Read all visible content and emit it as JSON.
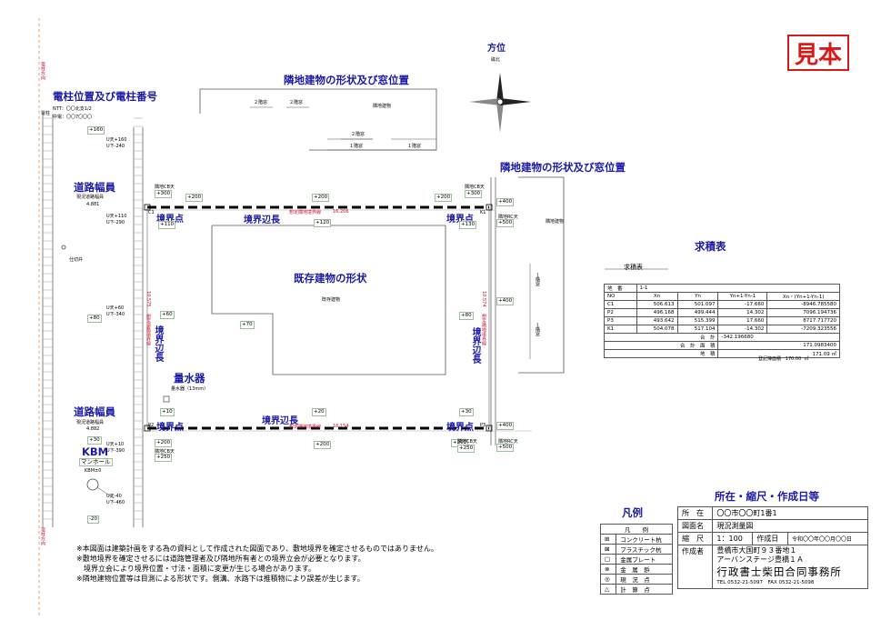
{
  "stamp": "見本",
  "compass": {
    "title": "方位",
    "north": "磁北"
  },
  "headings": {
    "neighbor_top": "隣地建物の形状及び窓位置",
    "neighbor_right": "隣地建物の形状及び窓位置",
    "pole": "電柱位置及び電柱番号",
    "road_top": "道路幅員",
    "road_bottom": "道路幅員",
    "existing": "既存建物の形状",
    "meter": "量水器",
    "area_title": "求積表",
    "location_title": "所在・縮尺・作成日等",
    "legend_title": "凡例",
    "kbm": "KBM"
  },
  "pole_info": {
    "label": "電柱",
    "ntt": "NTT：〇〇北支1/2",
    "chuden": "中電：〇〇7〇〇〇"
  },
  "road_top_sub": {
    "label": "現況道路幅員",
    "value": "4.881"
  },
  "road_bottom_sub": {
    "label": "現況道路幅員",
    "value": "4.882"
  },
  "manhole": {
    "label": "マンホール",
    "value": "KBM±0"
  },
  "misc": {
    "well": "仕切弁",
    "meter_sub": "量水器（13mm）",
    "existing_sub": "既存建物",
    "neighbor_bldg": "隣地建物",
    "neighbor_bldg_right": "隣地建物",
    "pole_dir_top": "電柱方向",
    "pole_dir_bottom": "電柱方向"
  },
  "windows_top": [
    "２階窓",
    "２階窓",
    "２階窓",
    "１階窓",
    "１階窓"
  ],
  "windows_right": [
    "１階窓",
    "１階窓"
  ],
  "points": {
    "c1": "C1",
    "k1": "K1",
    "p2": "P2",
    "p3": "P3",
    "label": "境界点"
  },
  "edges": {
    "label": "境界辺長",
    "top": "16.206",
    "bottom": "16.154",
    "left": "10.575",
    "right": "10.574",
    "top_prefix": "想定隣地境界線",
    "bottom_prefix": "想定隣地境界線",
    "left_prefix": "想定道路境界線",
    "right_prefix": "想定隣地境界線"
  },
  "tags": {
    "t160": "+160",
    "u160": "U天+160",
    "u240": "U下-240",
    "c300a": "隣地CB天",
    "p300a": "+300",
    "p200a": "+200",
    "p200b": "+200",
    "p200c": "+200",
    "c300b": "隣地CB天",
    "p300b": "+300",
    "u110": "U天+110",
    "u290": "U下-290",
    "p110": "+110",
    "p120": "+120",
    "p130": "+130",
    "p400a": "+400",
    "rc500a": "隣地RC天",
    "p500a": "+500",
    "p400b": "+400",
    "u60": "U天+60",
    "u340": "U下-340",
    "p80a": "+80",
    "p60": "+60",
    "p70": "+70",
    "p80b": "+80",
    "p10": "+10",
    "p20": "+20",
    "p30": "+30",
    "p400c": "+400",
    "rc500b": "隣地RC天",
    "p500b": "+500",
    "p30b": "+30",
    "u10": "U天+10",
    "u390": "U下-390",
    "p200d": "+200",
    "cb250a": "隣地CB天",
    "p250a": "+250",
    "p200e": "+200",
    "p200f": "+200",
    "cb250b": "隣地CB天",
    "p250b": "+250",
    "u40": "U天-40",
    "u460": "U下-460",
    "m20": "-20"
  },
  "area_table": {
    "header_label": "求積表",
    "lot_label": "地　番",
    "lot_value": "1-1",
    "columns": [
      "NO",
      "Xn",
      "Yn",
      "Yn+1-Yn-1",
      "Xn・(Yn+1-Yn-1)"
    ],
    "rows": [
      [
        "C1",
        "506.613",
        "501.097",
        "-17.660",
        "-8946.785580"
      ],
      [
        "P2",
        "496.168",
        "499.444",
        "14.302",
        "7096.194736"
      ],
      [
        "P3",
        "493.642",
        "515.399",
        "17.660",
        "8717.717720"
      ],
      [
        "K1",
        "504.078",
        "517.104",
        "-14.302",
        "-7209.323556"
      ]
    ],
    "sum_label": "合　計",
    "sum_value": "-342.196680",
    "double_label": "合　計　面　積",
    "double_value": "171.0983400",
    "area_label": "地　積",
    "area_value": "171.09",
    "area_unit": "㎡",
    "reg_label": "登記簿面積",
    "reg_value": "170.00",
    "reg_unit": "㎡"
  },
  "legend": {
    "header": "凡　　例",
    "items": [
      "コンクリート杭",
      "プラスチック杭",
      "金属プレート",
      "金　属　鋲",
      "現　況　点",
      "計　算　点"
    ]
  },
  "info": {
    "loc_label": "所　在",
    "loc_value": "〇〇市〇〇町1番1",
    "drawing_label": "図面名",
    "drawing_value": "現況測量図",
    "scale_label": "縮　尺",
    "scale_value": "1：100",
    "date_label": "作成日",
    "date_value": "令和〇〇年〇〇月〇〇日",
    "author_label": "作成者",
    "addr1": "豊橋市大国町９３番地１",
    "addr2": "アーバンステージ豊橋１Ａ",
    "office": "行政書士柴田合同事務所",
    "tel": "TEL 0532-21-5097　FAX 0532-21-5098"
  },
  "notes": [
    "※本図面は建築計画をする為の資料として作成された図面であり、敷地境界を確定させるものではありません。",
    "※敷地境界を確定させるには道路管理者及び隣地所有者との境界立会が必要となります。",
    "　境界立会により境界位置・寸法・面積に変更が生じる場合があります。",
    "※隣地建物位置等は目測による形状です。側溝、水路下は推積物により誤差が生じます。"
  ]
}
